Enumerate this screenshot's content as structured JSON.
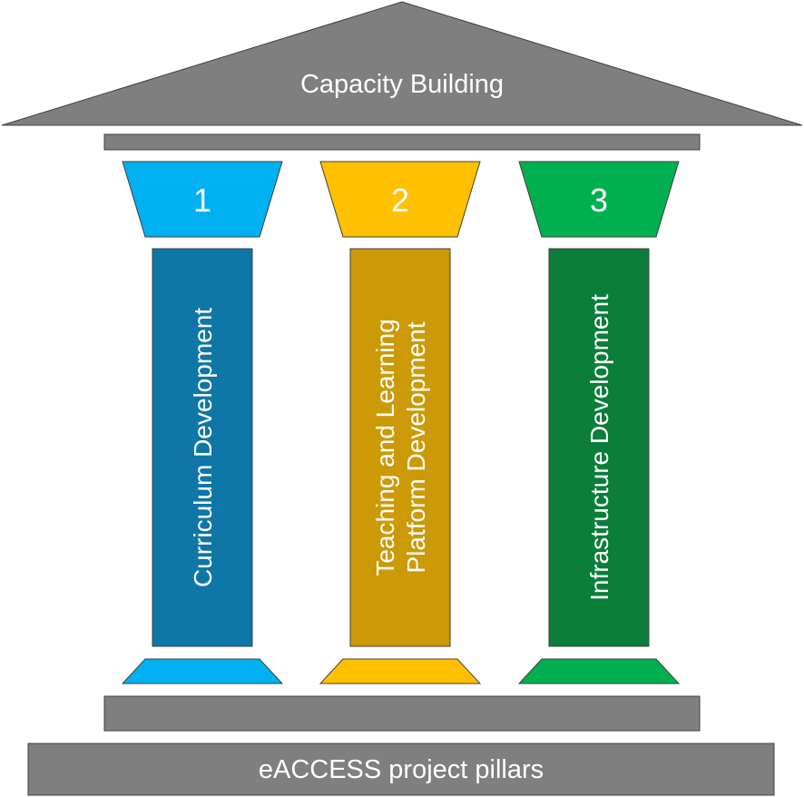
{
  "roof": {
    "label": "Capacity Building"
  },
  "base": {
    "label": "eACCESS project pillars"
  },
  "colors": {
    "frame": "#7f7f7f",
    "border": "#3f3f3f",
    "text": "#ffffff"
  },
  "pillars": [
    {
      "number": "1",
      "lines": [
        "Curriculum Development"
      ],
      "capital_color": "#00b0f0",
      "shaft_color": "#0f76a8"
    },
    {
      "number": "2",
      "lines": [
        "Teaching and Learning",
        "Platform Development"
      ],
      "capital_color": "#ffc000",
      "shaft_color": "#cc9a06"
    },
    {
      "number": "3",
      "lines": [
        "Infrastructure Development"
      ],
      "capital_color": "#00b050",
      "shaft_color": "#0b7e3a"
    }
  ]
}
